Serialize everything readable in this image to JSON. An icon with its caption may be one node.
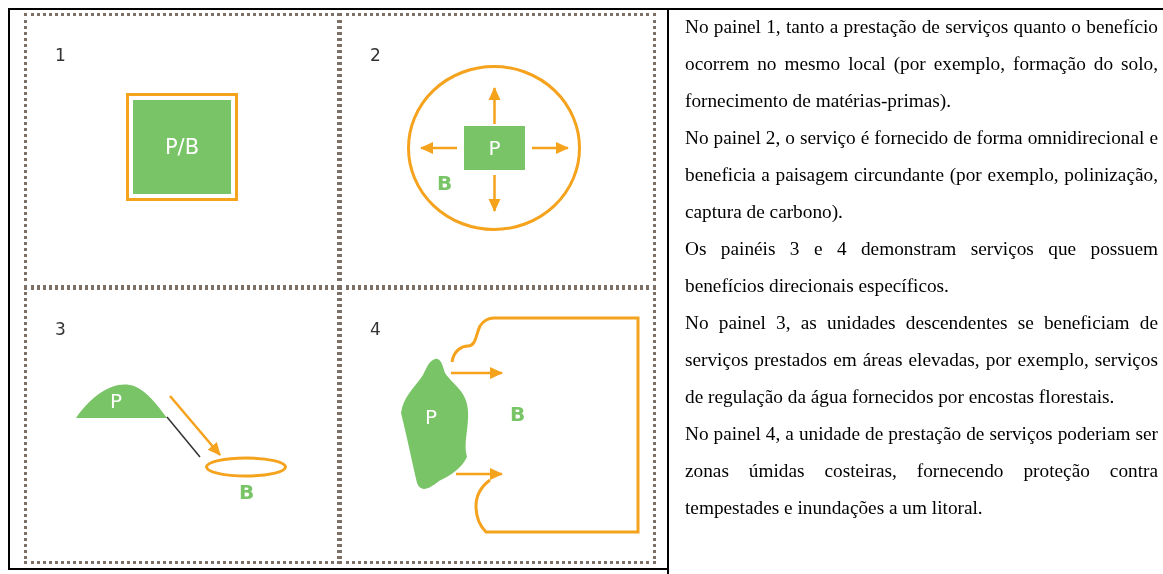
{
  "diagram": {
    "nodes": [
      {
        "text": [
          "1"
        ]
      },
      {
        "text": [
          "P/B"
        ],
        "in": 0
      },
      {
        "text": [
          "2"
        ]
      },
      {
        "text": [
          "B"
        ],
        "in": 2
      },
      {
        "text": [
          "P"
        ],
        "in": 3
      },
      {
        "text": [
          "3"
        ]
      },
      {
        "text": [
          "P"
        ],
        "in": 5
      },
      {
        "text": [
          "B"
        ],
        "in": 5
      },
      {
        "text": [
          "4"
        ]
      },
      {
        "text": [
          "P"
        ],
        "in": 8
      },
      {
        "text": [
          "B"
        ],
        "in": 8
      }
    ],
    "edges": [
      {
        "from": 4,
        "to": null,
        "arrow": "to"
      },
      {
        "from": 4,
        "to": null,
        "arrow": "to"
      },
      {
        "from": 4,
        "to": null,
        "arrow": "to"
      },
      {
        "from": 4,
        "to": null,
        "arrow": "to"
      },
      {
        "from": 6,
        "to": 7,
        "arrow": "to"
      },
      {
        "from": 9,
        "to": 10,
        "arrow": "to"
      },
      {
        "from": 9,
        "to": 10,
        "arrow": "to"
      }
    ],
    "labels": [
      "No painel 1, tanto a prestação de serviços quanto o benefício ocorrem no mesmo local (por exemplo, formação do solo, fornecimento de matérias-primas).",
      "No painel 2, o serviço é fornecido de forma omnidirecional e beneficia a paisagem circundante (por exemplo, polinização, captura de carbono).",
      "Os painéis 3 e 4 demonstram serviços que possuem benefícios direcionais específicos.",
      "No painel 3, as unidades descendentes se beneficiam de serviços prestados em áreas elevadas, por exemplo, serviços de regulação da água fornecidos por encostas florestais.",
      "No painel 4, a unidade de prestação de serviços poderiam ser zonas úmidas costeiras, fornecendo proteção contra tempestades e inundações a um litoral."
    ]
  }
}
